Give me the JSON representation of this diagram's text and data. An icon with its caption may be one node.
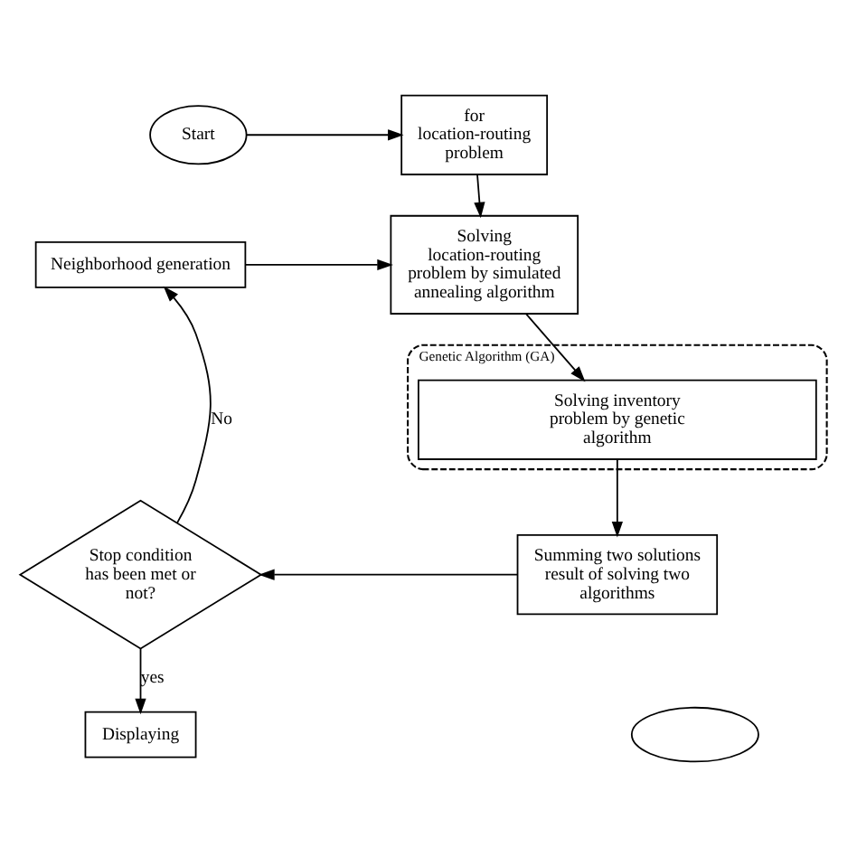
{
  "diagram": {
    "nodes": [
      {
        "text": [
          "Start"
        ]
      },
      {
        "text": [
          "for location-routing problem"
        ]
      },
      {
        "text": [
          "Neighborhood generation"
        ]
      },
      {
        "text": [
          "Solving location-routing problem by simulated annealing algorithm"
        ]
      },
      {
        "text": [
          "Genetic Algorithm (GA)"
        ]
      },
      {
        "text": [
          "Solving inventory problem by genetic algorithm"
        ],
        "in": 4
      },
      {
        "text": [
          "Summing two solutions result of solving two algorithms"
        ]
      },
      {
        "text": [
          "Stop condition has been met or not?"
        ]
      },
      {
        "text": [
          "Displaying"
        ]
      },
      {
        "text": [],
        "shape": "ellipse"
      }
    ],
    "edges": [
      {
        "from": 0,
        "to": 1,
        "arrow": "to"
      },
      {
        "from": 1,
        "to": 3,
        "arrow": "to"
      },
      {
        "from": 2,
        "to": 3,
        "arrow": "to"
      },
      {
        "from": 3,
        "to": 5,
        "arrow": "to"
      },
      {
        "from": 5,
        "to": 6,
        "arrow": "to"
      },
      {
        "from": 6,
        "to": 7,
        "arrow": "to"
      },
      {
        "from": 7,
        "to": 2,
        "label": "No",
        "arrow": "to"
      },
      {
        "from": 7,
        "to": 8,
        "label": "yes",
        "arrow": "to"
      }
    ]
  }
}
